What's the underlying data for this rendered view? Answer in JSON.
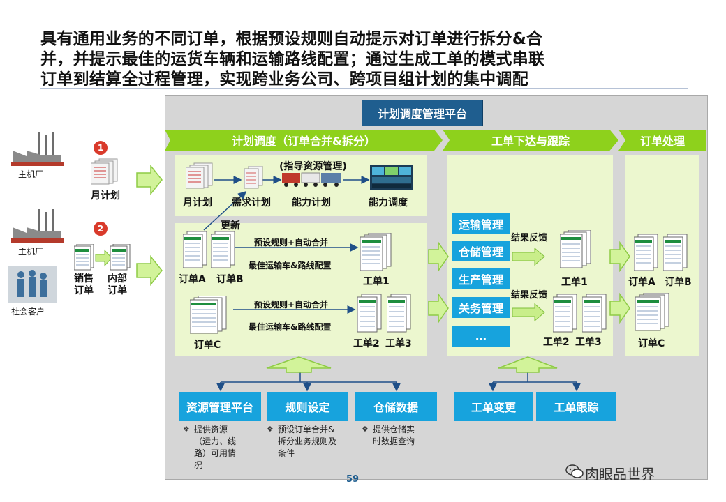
{
  "title": {
    "line1": "具有通用业务的不同订单，根据预设规则自动提示对订单进行拆分&合",
    "line2": "并，并提示最佳的运货车辆和运输路线配置；通过生成工单的模式串联",
    "line3": "订单到结算全过程管理，实现跨业务公司、跨项目组计划的集中调配"
  },
  "platform_title": "计划调度管理平台",
  "sections": {
    "plan": "计划调度（订单合并&拆分）",
    "dispatch": "工单下达与跟踪",
    "order": "订单处理"
  },
  "left": {
    "factory1": "主机厂",
    "factory2": "主机厂",
    "customer": "社会客户",
    "badge1": "1",
    "badge2": "2",
    "monthly_plan": "月计划",
    "sales_order": "销售\n订单",
    "internal_order": "内部\n订单"
  },
  "plan_flow": {
    "monthly": "月计划",
    "demand": "需求计划",
    "capacity_plan": "能力计划",
    "capacity_dispatch": "能力调度",
    "guide": "(指导资源管理)",
    "update": "更新"
  },
  "orders_flow": {
    "order_a": "订单A",
    "order_b": "订单B",
    "order_c": "订单C",
    "rule1": "预设规则+自动合并",
    "best1": "最佳运输车&路线配置",
    "rule2": "预设规则+自动合并",
    "best2": "最佳运输车&路线配置",
    "ticket1": "工单1",
    "ticket2": "工单2",
    "ticket3": "工单3"
  },
  "dispatch": {
    "buttons": [
      "运输管理",
      "仓储管理",
      "生产管理",
      "关务管理",
      "…"
    ],
    "feedback1": "结果反馈",
    "feedback2": "结果反馈",
    "ticket1": "工单1",
    "ticket2": "工单2",
    "ticket3": "工单3"
  },
  "order_processing": {
    "order_a": "订单A",
    "order_b": "订单B",
    "order_c": "订单C"
  },
  "bottom": {
    "resource": "资源管理平台",
    "rules": "规则设定",
    "storage": "仓储数据",
    "change": "工单变更",
    "track": "工单跟踪",
    "resource_note": "提供资源\n（运力、线\n路）可用情\n况",
    "rules_note": "预设订单合并&\n拆分业务规则及\n条件",
    "storage_note": "提供仓储实\n时数据查询"
  },
  "page_number": "59",
  "watermark": "肉眼品世界",
  "colors": {
    "accent_green": "#8ed11c",
    "panel_green": "#ecf7cf",
    "blue": "#17a3dd",
    "navy": "#1f5e8f"
  }
}
